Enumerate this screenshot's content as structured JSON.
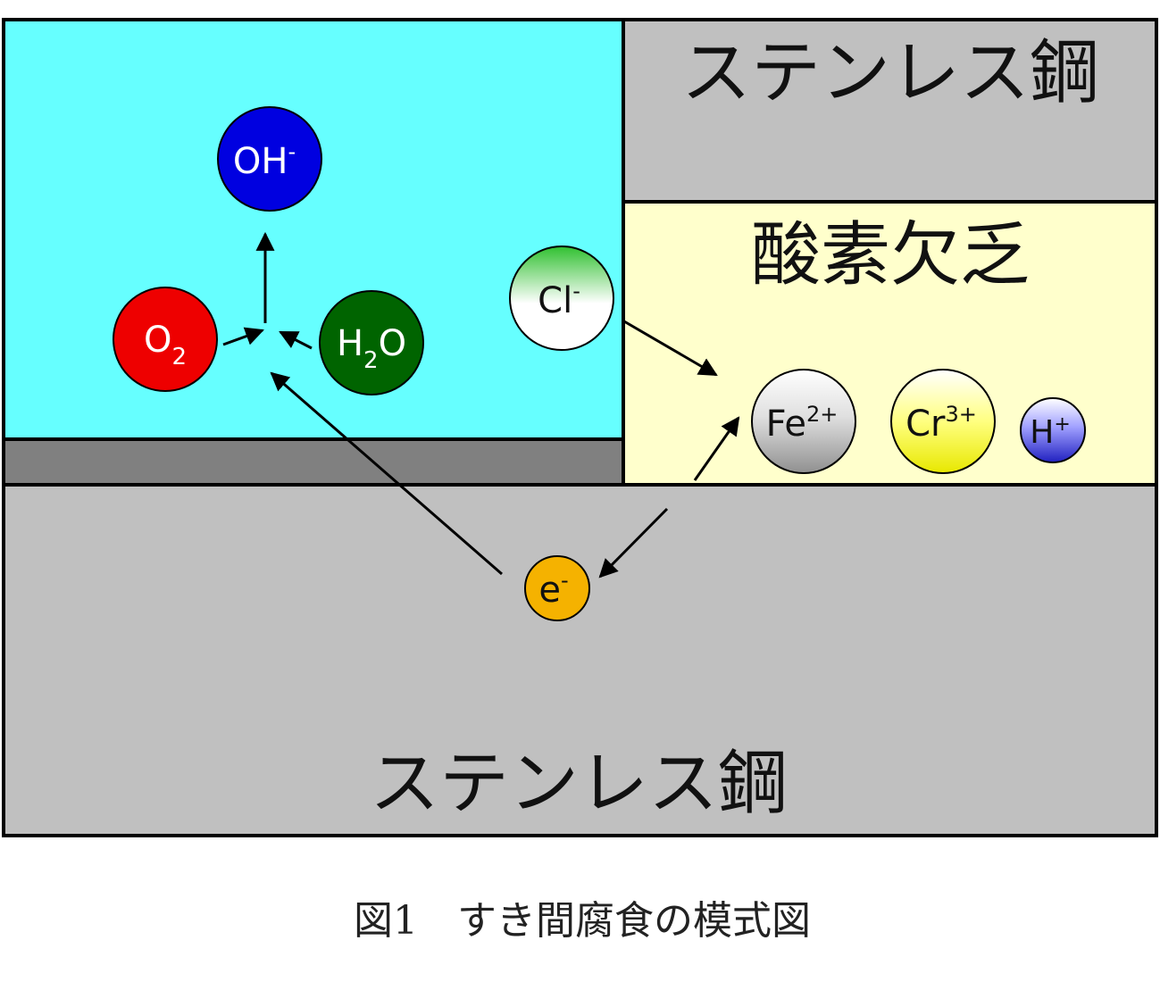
{
  "regions": {
    "steel_top_label": "ステンレス鋼",
    "oxygen_deficient_label": "酸素欠乏",
    "steel_bottom_label": "ステンレス鋼"
  },
  "ions": {
    "oh": {
      "base": "OH",
      "sup": "-",
      "color": "#0000e0"
    },
    "o2": {
      "base": "O",
      "sub": "2",
      "color": "#ee0000"
    },
    "h2o": {
      "base": "H",
      "sub": "2",
      "tail": "O",
      "color": "#006400"
    },
    "cl": {
      "base": "Cl",
      "sup": "-",
      "color": "#40d040"
    },
    "fe": {
      "base": "Fe",
      "sup": "2+",
      "color": "#b0b0b0"
    },
    "cr": {
      "base": "Cr",
      "sup": "3+",
      "color": "#f0f000"
    },
    "h": {
      "base": "H",
      "sup": "+",
      "color": "#2020d0"
    },
    "e": {
      "base": "e",
      "sup": "-",
      "color": "#f5b200"
    }
  },
  "colors": {
    "solution": "#66ffff",
    "steel": "#c0c0c0",
    "gasket": "#808080",
    "crevice": "#ffffcc"
  },
  "caption": "図1　すき間腐食の模式図"
}
